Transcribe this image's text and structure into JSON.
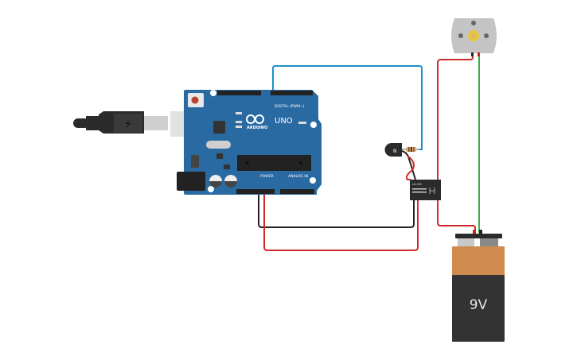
{
  "arduino": {
    "brand": "ARDUINO",
    "model": "UNO",
    "digital_label": "DIGITAL (PWM~)",
    "power_label": "POWER",
    "analog_label": "ANALOG IN",
    "board_color": "#2a6aa3"
  },
  "transistor": {
    "label": "N"
  },
  "relay": {
    "label": "LU-5-R"
  },
  "battery": {
    "label": "9V",
    "top_color": "#d08a4e",
    "body_color": "#333333"
  },
  "motor": {
    "body_color": "#c4c4c4",
    "gear_color": "#e8c53a"
  },
  "wires": {
    "signal": "#1e90c8",
    "ground": "#222222",
    "power": "#d42a2a",
    "motor_return": "#3cb04a"
  }
}
